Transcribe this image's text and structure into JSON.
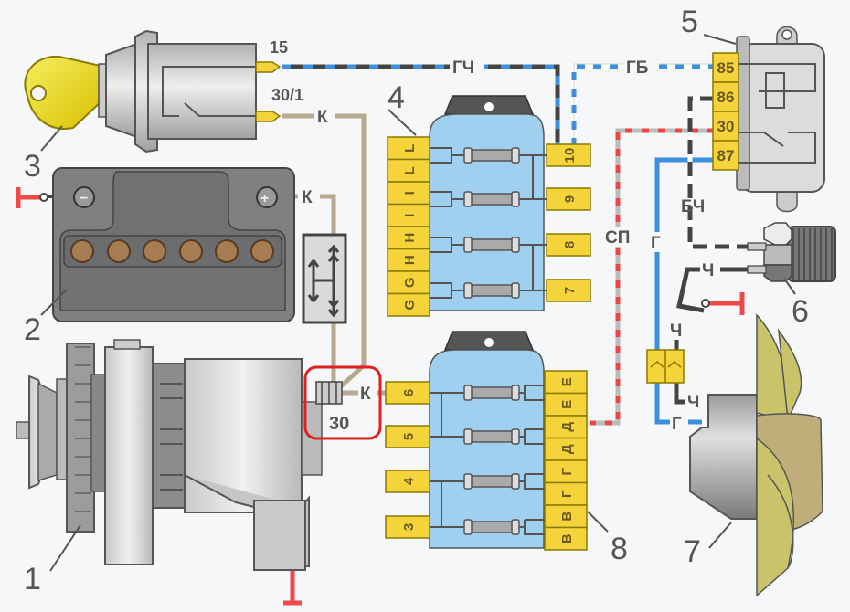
{
  "colors": {
    "background": "#f6f7f8",
    "fuse_block": "#9fd0ef",
    "terminal": "#f5d33a",
    "wire_brown": "#b9a890",
    "wire_blue": "#3d8fe0",
    "wire_black": "#444444",
    "wire_red": "#ee4444",
    "wire_white": "#ffffff",
    "ground": "#ee4a4a",
    "highlight": "#e02020",
    "key": "#f2e230",
    "fan": "#c9c46a"
  },
  "components": {
    "c1": {
      "number": "1",
      "name": "alternator"
    },
    "c2": {
      "number": "2",
      "name": "battery"
    },
    "c3": {
      "number": "3",
      "name": "ignition switch"
    },
    "c4": {
      "number": "4",
      "name": "fuse block"
    },
    "c5": {
      "number": "5",
      "name": "relay"
    },
    "c6": {
      "number": "6",
      "name": "temperature sensor"
    },
    "c7": {
      "number": "7",
      "name": "fan motor"
    },
    "c8": {
      "number": "8",
      "name": "fuse block"
    }
  },
  "ignition": {
    "pin_15": "15",
    "pin_30_1": "30/1"
  },
  "alternator": {
    "pin_30": "30"
  },
  "wire_labels": {
    "gch": "ГЧ",
    "gb": "ГБ",
    "k_switch": "К",
    "k_battery": "К",
    "k_alternator": "К",
    "sp": "СП",
    "bch": "БЧ",
    "g_vertical": "Г",
    "ch_sensor": "Ч",
    "ch_upper": "Ч",
    "ch_motor": "Ч",
    "g_motor": "Г"
  },
  "relay": {
    "pins": [
      "85",
      "86",
      "30",
      "87"
    ]
  },
  "fuse_block_4": {
    "left_pins": [
      "L",
      "L",
      "I",
      "I",
      "H",
      "H",
      "G",
      "G"
    ],
    "right_pins": [
      "10",
      "9",
      "8",
      "7"
    ]
  },
  "fuse_block_8": {
    "left_pins": [
      "6",
      "5",
      "4",
      "3"
    ],
    "right_pins": [
      "Е",
      "Е",
      "Д",
      "Д",
      "Г",
      "Г",
      "В",
      "В"
    ]
  },
  "battery": {
    "minus": "−",
    "plus": "+"
  }
}
